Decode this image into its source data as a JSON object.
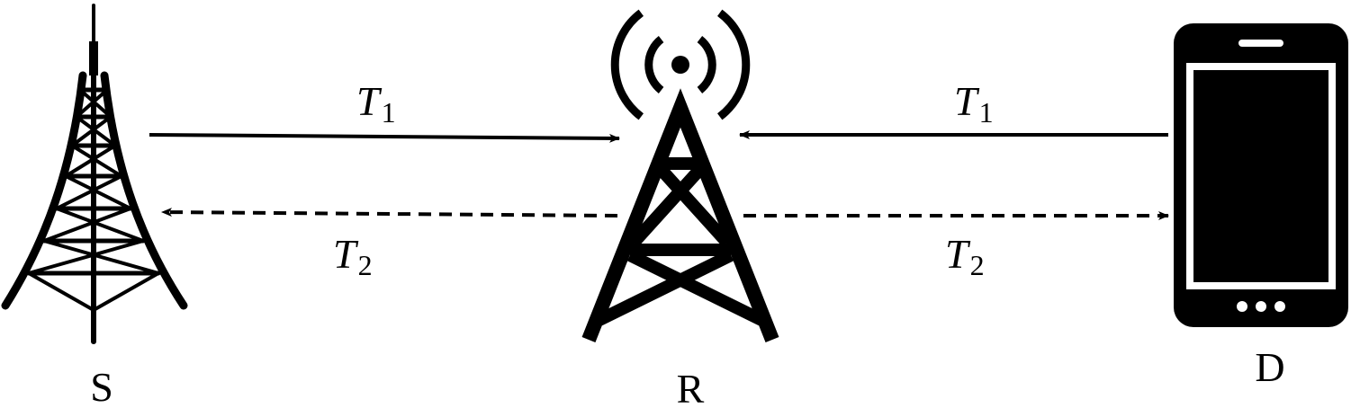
{
  "nodes": {
    "source": {
      "label": "S",
      "icon": "tower-icon"
    },
    "relay": {
      "label": "R",
      "icon": "relay-antenna-icon"
    },
    "destination": {
      "label": "D",
      "icon": "smartphone-icon"
    }
  },
  "links": {
    "s_to_r": {
      "main": "T",
      "sub": "1",
      "style": "solid"
    },
    "d_to_r": {
      "main": "T",
      "sub": "1",
      "style": "solid"
    },
    "r_to_s": {
      "main": "T",
      "sub": "2",
      "style": "dashed"
    },
    "r_to_d": {
      "main": "T",
      "sub": "2",
      "style": "dashed"
    }
  },
  "colors": {
    "ink": "#000000",
    "background": "#ffffff"
  }
}
